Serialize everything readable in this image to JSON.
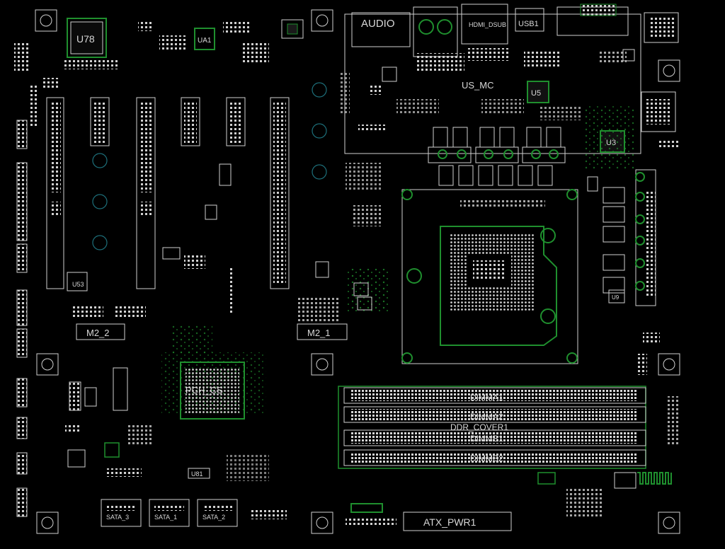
{
  "board": {
    "background": "#000000",
    "colors": {
      "silk": "#d9d9d9",
      "pad": "#e6e6e6",
      "copper_green": "#1f8f2e",
      "mount_hole": "#1d6f7a"
    }
  },
  "labels": {
    "u78": "U78",
    "ua1": "UA1",
    "audio": "AUDIO",
    "hdmi_dsub": "HDMI_DSUB",
    "usb1": "USB1",
    "us_mc": "US_MC",
    "u5": "U5",
    "u3": "U3",
    "u53": "U53",
    "m2_2": "M2_2",
    "m2_1": "M2_1",
    "pch": "PCH_CS",
    "dimm_a1": "DIMMA1",
    "dimm_a2": "DIMMA2",
    "dimm_b1": "DIMMB1",
    "dimm_b2": "DIMMB2",
    "ddr_cover": "DDR_COVER1",
    "atx_pwr": "ATX_PWR1",
    "sata1": "SATA_1",
    "sata3": "SATA_3",
    "sata2": "SATA_2",
    "u81": "U81",
    "u9": "U9"
  }
}
